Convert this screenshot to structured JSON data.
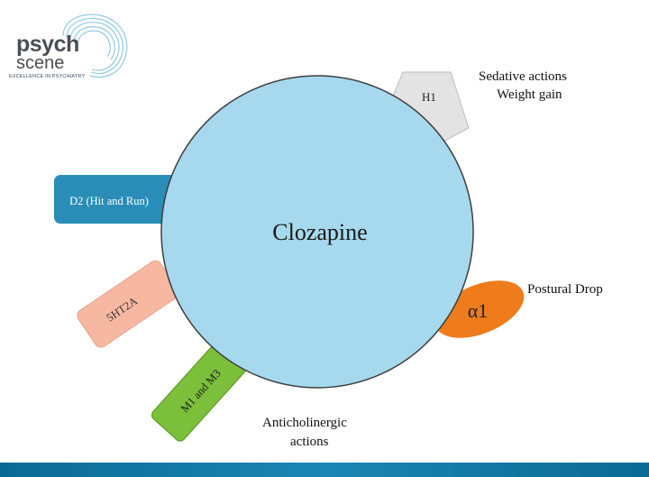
{
  "logo": {
    "line1": "psych",
    "line2": "scene",
    "tagline": "EXCELLENCE IN PSYCHIATRY"
  },
  "diagram": {
    "center": "Clozapine",
    "receptors": {
      "h1": "H1",
      "d2": "D2 (Hit and Run)",
      "ht2a": "5HT2A",
      "m1m3": "M1 and M3",
      "alpha1": "α1"
    },
    "effects": {
      "h1_line1": "Sedative actions",
      "h1_line2": "Weight gain",
      "alpha1": "Postural Drop",
      "m_line1": "Anticholinergic",
      "m_line2": "actions"
    },
    "colors": {
      "circle": "#a6d9ee",
      "d2": "#2a8db8",
      "ht2a": "#f7b8a2",
      "m1m3": "#7cbf3a",
      "alpha1": "#ee7b1c",
      "h1": "#e3e3e3",
      "bottom_bar": "#1b86b4"
    }
  }
}
